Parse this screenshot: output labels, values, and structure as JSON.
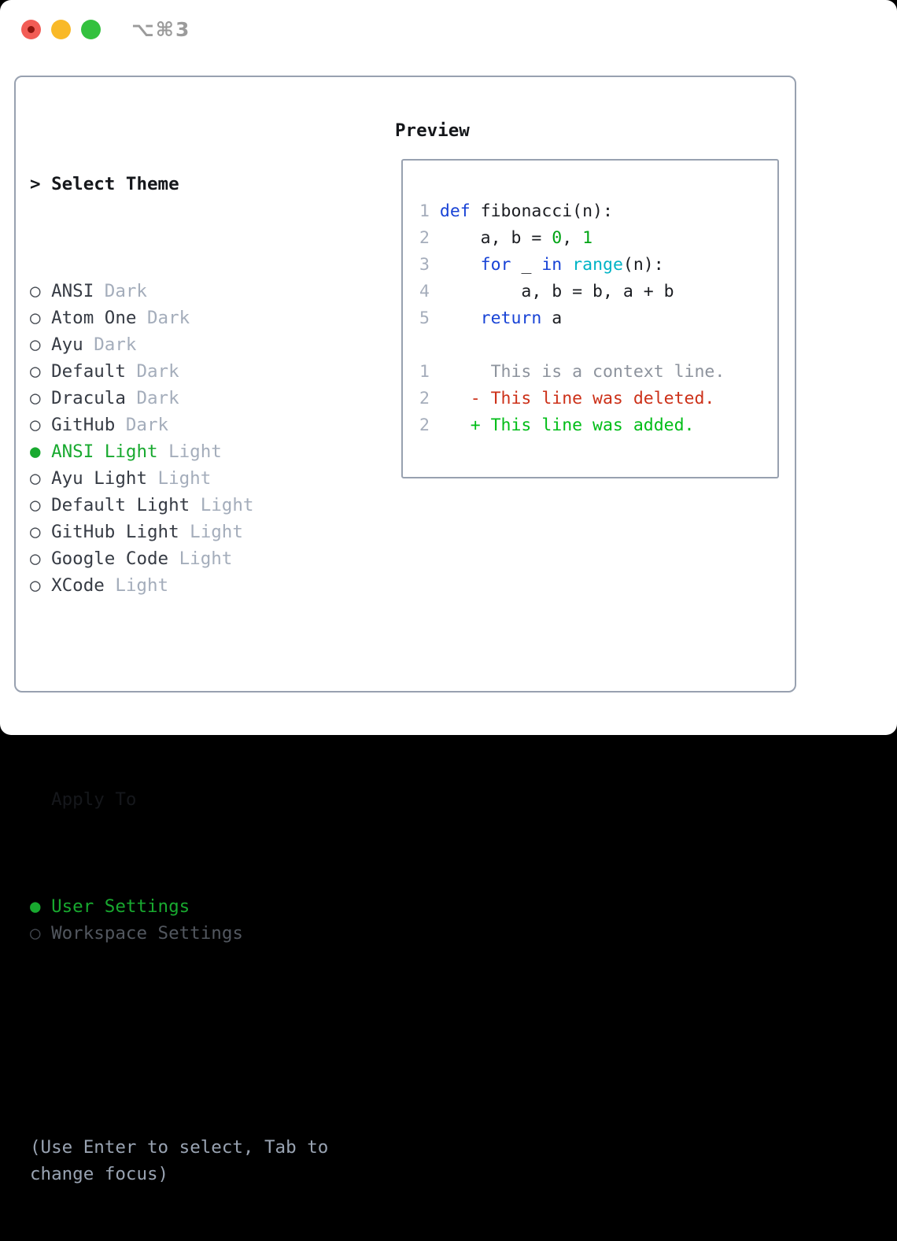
{
  "titlebar": {
    "title": "⌥⌘3"
  },
  "glyphs": {
    "header_prefix": ">",
    "radio_unselected": "○",
    "radio_selected": "●"
  },
  "theme_picker": {
    "header": "Select Theme",
    "items": [
      {
        "name": "ANSI",
        "variant": "Dark",
        "selected": false
      },
      {
        "name": "Atom One",
        "variant": "Dark",
        "selected": false
      },
      {
        "name": "Ayu",
        "variant": "Dark",
        "selected": false
      },
      {
        "name": "Default",
        "variant": "Dark",
        "selected": false
      },
      {
        "name": "Dracula",
        "variant": "Dark",
        "selected": false
      },
      {
        "name": "GitHub",
        "variant": "Dark",
        "selected": false
      },
      {
        "name": "ANSI Light",
        "variant": "Light",
        "selected": true
      },
      {
        "name": "Ayu Light",
        "variant": "Light",
        "selected": false
      },
      {
        "name": "Default Light",
        "variant": "Light",
        "selected": false
      },
      {
        "name": "GitHub Light",
        "variant": "Light",
        "selected": false
      },
      {
        "name": "Google Code",
        "variant": "Light",
        "selected": false
      },
      {
        "name": "XCode",
        "variant": "Light",
        "selected": false
      }
    ]
  },
  "apply_to": {
    "header": "Apply To",
    "options": [
      {
        "name": "User Settings",
        "selected": true
      },
      {
        "name": "Workspace Settings",
        "selected": false
      }
    ]
  },
  "help_text": "(Use Enter to select, Tab to change focus)",
  "preview": {
    "header": "Preview",
    "lines": [
      {
        "num": "1",
        "tokens": [
          {
            "t": "def",
            "c": "keyword"
          },
          {
            "t": " fibonacci(n):",
            "c": "code"
          }
        ]
      },
      {
        "num": "2",
        "tokens": [
          {
            "t": "    a, b = ",
            "c": "code"
          },
          {
            "t": "0",
            "c": "number"
          },
          {
            "t": ", ",
            "c": "code"
          },
          {
            "t": "1",
            "c": "number"
          }
        ]
      },
      {
        "num": "3",
        "tokens": [
          {
            "t": "    ",
            "c": "code"
          },
          {
            "t": "for",
            "c": "keyword"
          },
          {
            "t": " _ ",
            "c": "code"
          },
          {
            "t": "in",
            "c": "keyword"
          },
          {
            "t": " ",
            "c": "code"
          },
          {
            "t": "range",
            "c": "builtin"
          },
          {
            "t": "(n):",
            "c": "code"
          }
        ]
      },
      {
        "num": "4",
        "tokens": [
          {
            "t": "        a, b = b, a + b",
            "c": "code"
          }
        ]
      },
      {
        "num": "5",
        "tokens": [
          {
            "t": "    ",
            "c": "code"
          },
          {
            "t": "return",
            "c": "keyword"
          },
          {
            "t": " a",
            "c": "code"
          }
        ]
      },
      {
        "num": "",
        "tokens": []
      },
      {
        "num": "1",
        "tokens": [
          {
            "t": "     This is a context line.",
            "c": "context"
          }
        ]
      },
      {
        "num": "2",
        "tokens": [
          {
            "t": "   - This line was deleted.",
            "c": "deleted"
          }
        ]
      },
      {
        "num": "2",
        "tokens": [
          {
            "t": "   + This line was added.",
            "c": "added"
          }
        ]
      }
    ]
  },
  "colors": {
    "accent_green": "#18a92f",
    "keyword_blue": "#1843d6",
    "builtin_cyan": "#00b4c6",
    "number_green": "#00a414",
    "deleted_red": "#cc3018",
    "added_green": "#00bd17",
    "context_gray": "#8d939d",
    "muted_gray": "#a4adbb",
    "linenum_gray": "#a5adbb",
    "help_gray": "#99a3b2",
    "border_gray": "#98a1b0",
    "text_black": "#15171b",
    "text_dark": "#363b44",
    "secondary_text": "#52575f",
    "radio_gray": "#42474f",
    "code_text": "#1b1d22",
    "title_gray": "#9b9b9b",
    "traffic_red": "#f25c55",
    "traffic_yellow": "#f9b927",
    "traffic_green": "#33c13e",
    "traffic_red_dot": "#8e150e"
  }
}
